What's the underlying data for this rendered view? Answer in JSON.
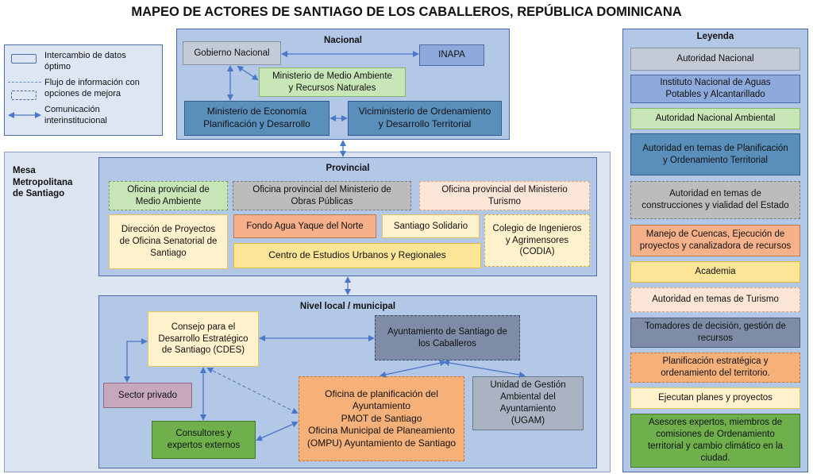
{
  "title": "MAPEO DE ACTORES DE SANTIAGO DE LOS CABALLEROS, REPÚBLICA DOMINICANA",
  "key": {
    "item1": "Intercambio de datos\nóptimo",
    "item2": "Flujo de información con\nopciones de mejora",
    "item3": "Comunicación\ninterinstitucional"
  },
  "nacional": {
    "title": "Nacional",
    "gobierno": "Gobierno Nacional",
    "inapa": "INAPA",
    "ministerio_ambiente": "Ministerio de Medio Ambiente\ny Recursos Naturales",
    "ministerio_economia": "Ministerio de Economía\nPlanificación y Desarrollo",
    "viceministerio": "Viciministerio de Ordenamiento\ny Desarrollo Territorial"
  },
  "mesa_label": "Mesa\nMetropolitana\nde Santiago",
  "provincial": {
    "title": "Provincial",
    "oficina_ambiente": "Oficina provincial de\nMedio Ambiente",
    "oficina_obras": "Oficina provincial del Ministerio de\nObras Públicas",
    "oficina_turismo": "Oficina provincial del Ministerio\nTurismo",
    "direccion": "Dirección de Proyectos\nde Oficina Senatorial de\nSantiago",
    "fondo": "Fondo Agua Yaque del Norte",
    "solidario": "Santiago Solidario",
    "codia": "Colegio de Ingenieros\ny Agrimensores\n(CODIA)",
    "centro": "Centro de Estudios Urbanos y Regionales"
  },
  "local": {
    "title": "Nivel local / municipal",
    "cdes": "Consejo para el\nDesarrollo Estratégico\nde Santiago (CDES)",
    "ayuntamiento": "Ayuntamiento de Santiago de\nlos Caballeros",
    "sector_privado": "Sector privado",
    "oficina_plan": "Oficina de planificación del\nAyuntamiento\nPMOT de Santiago\nOficina Municipal de Planeamiento\n(OMPU) Ayuntamiento de Santiago",
    "ugam": "Unidad de Gestión\nAmbiental del\nAyuntamiento\n(UGAM)",
    "consultores": "Consultores y\nexpertos externos"
  },
  "legend": {
    "title": "Leyenda",
    "items": [
      "Autoridad Nacional",
      "Instituto Nacional de Aguas\nPotables y Alcantarillado",
      "Autoridad Nacional Ambiental",
      "Autoridad en temas de Planificación\ny Ordenamiento Territorial",
      "Autoridad en temas de\nconstrucciones y vialidad del Estado",
      "Manejo de Cuencas, Ejecución de\nproyectos y canalizadora de recursos",
      "Academia",
      "Autoridad en temas de Turismo",
      "Tomadores de decisión, gestión de\nrecursos",
      "Planificación estratégica y\nordenamiento del territorio.",
      "Ejecutan planes y proyectos",
      "Asesores expertos, miembros de\ncomisiones de Ordenamiento\nterritorial y cambio climático en la\nciudad."
    ]
  }
}
